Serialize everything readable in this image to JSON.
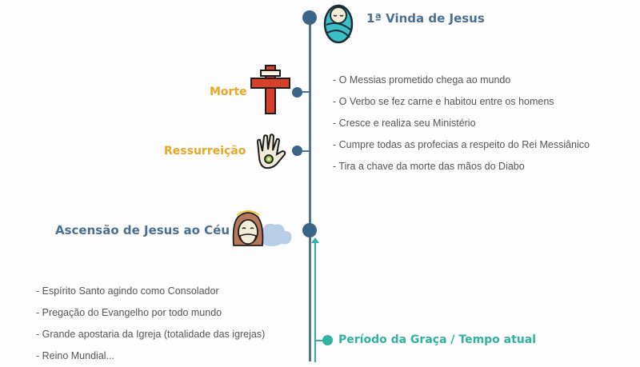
{
  "timeline": {
    "events": [
      {
        "id": "vinda",
        "title": "1ª Vinda de Jesus",
        "icon": "baby-jesus-icon",
        "color": "#4a6f93"
      },
      {
        "id": "morte",
        "title": "Morte",
        "icon": "cross-icon",
        "color": "#e8a825"
      },
      {
        "id": "ressurreicao",
        "title": "Ressurreição",
        "icon": "pierced-hand-icon",
        "color": "#e8a825"
      },
      {
        "id": "ascensao",
        "title": "Ascensão de Jesus ao Céu",
        "icon": "jesus-cloud-icon",
        "color": "#4a6f93"
      },
      {
        "id": "graca",
        "title": "Período da Graça / Tempo atual",
        "icon": "teal-dot",
        "color": "#2db39e"
      }
    ],
    "first_coming_notes": [
      "- O Messias prometido chega ao mundo",
      "- O Verbo se fez carne e habitou entre os homens",
      "- Cresce e realiza seu Ministério",
      "- Cumpre todas as profecias a respeito do Rei Messiânico",
      "- Tira a chave da morte das mãos do Diabo"
    ],
    "grace_period_notes": [
      "- Espírito Santo agindo como Consolador",
      "- Pregação do Evangelho por todo mundo",
      "- Grande apostaria da Igreja (totalidade das igrejas)",
      "- Reino Mundial..."
    ]
  },
  "colors": {
    "line": "#4f7698",
    "dot": "#3a6488",
    "teal": "#2db39e",
    "orange": "#e8a825",
    "title_blue": "#4a6f93"
  }
}
